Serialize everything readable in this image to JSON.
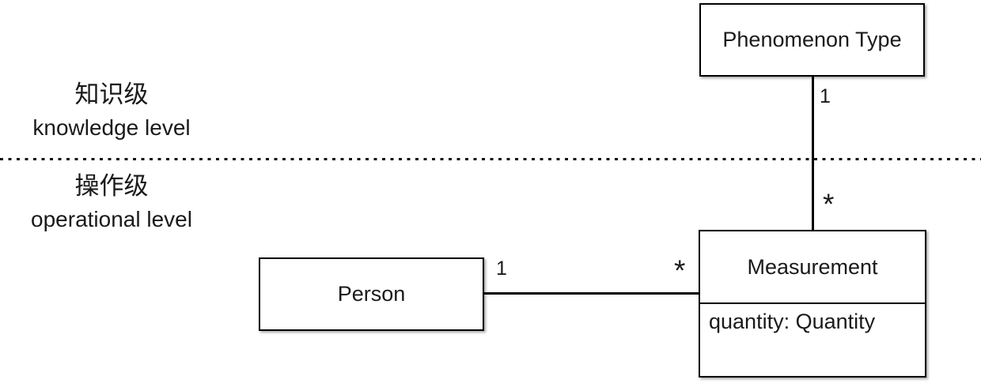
{
  "diagram": {
    "levels": {
      "knowledge": {
        "zh": "知识级",
        "en": "knowledge level"
      },
      "operational": {
        "zh": "操作级",
        "en": "operational level"
      }
    },
    "classes": {
      "phenomenon_type": {
        "name": "Phenomenon Type"
      },
      "person": {
        "name": "Person"
      },
      "measurement": {
        "name": "Measurement",
        "attribute": "quantity: Quantity"
      }
    },
    "associations": {
      "phenomenontype_measurement": {
        "near_phenomenon_type": "1",
        "near_measurement": "*"
      },
      "person_measurement": {
        "near_person": "1",
        "near_measurement": "*"
      }
    },
    "colors": {
      "line": "#000000",
      "text": "#1a1a1a",
      "background": "#ffffff"
    }
  }
}
